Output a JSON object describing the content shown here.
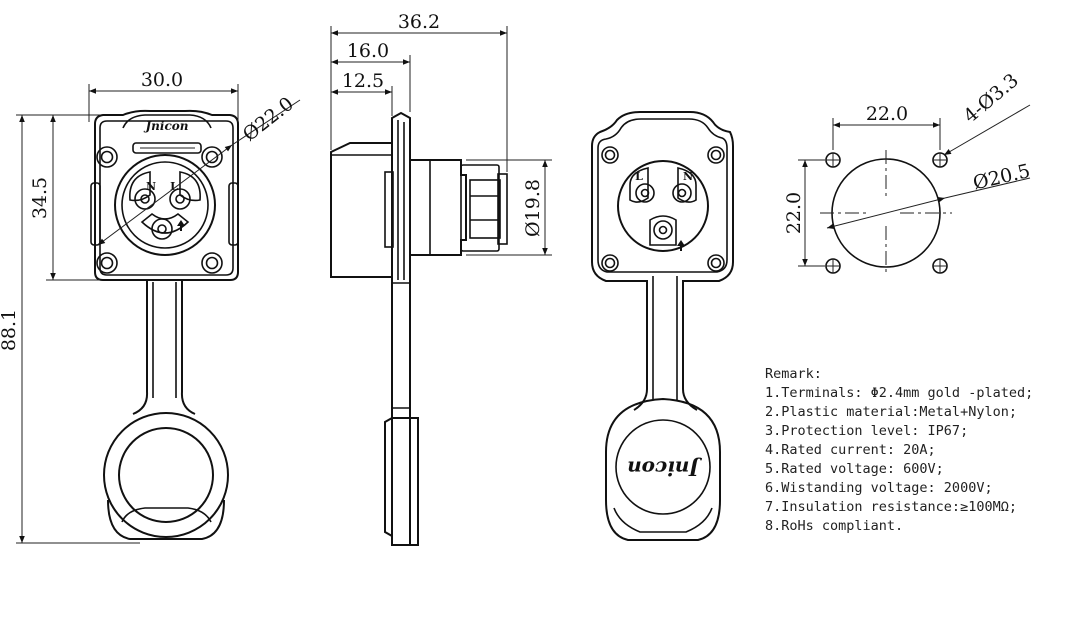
{
  "brand": "Jnicon",
  "dimensions": {
    "front_width": "30.0",
    "front_height": "34.5",
    "total_height": "88.1",
    "front_diameter": "Ø22.0",
    "side_overall": "36.2",
    "side_16": "16.0",
    "side_12": "12.5",
    "side_diameter": "Ø19.8",
    "cutout_spacing_h": "22.0",
    "cutout_spacing_v": "22.0",
    "mount_holes": "4-Ø3.3",
    "cutout_diameter": "Ø20.5"
  },
  "pins": {
    "neutral": "N",
    "live": "L"
  },
  "remarks": {
    "title": "Remark:",
    "items": [
      "1.Terminals: Φ2.4mm gold -plated;",
      "2.Plastic material:Metal+Nylon;",
      "3.Protection level: IP67;",
      "4.Rated current: 20A;",
      "5.Rated voltage: 600V;",
      "6.Wistanding voltage: 2000V;",
      "7.Insulation resistance:≥100MΩ;",
      "8.RoHs compliant."
    ]
  }
}
